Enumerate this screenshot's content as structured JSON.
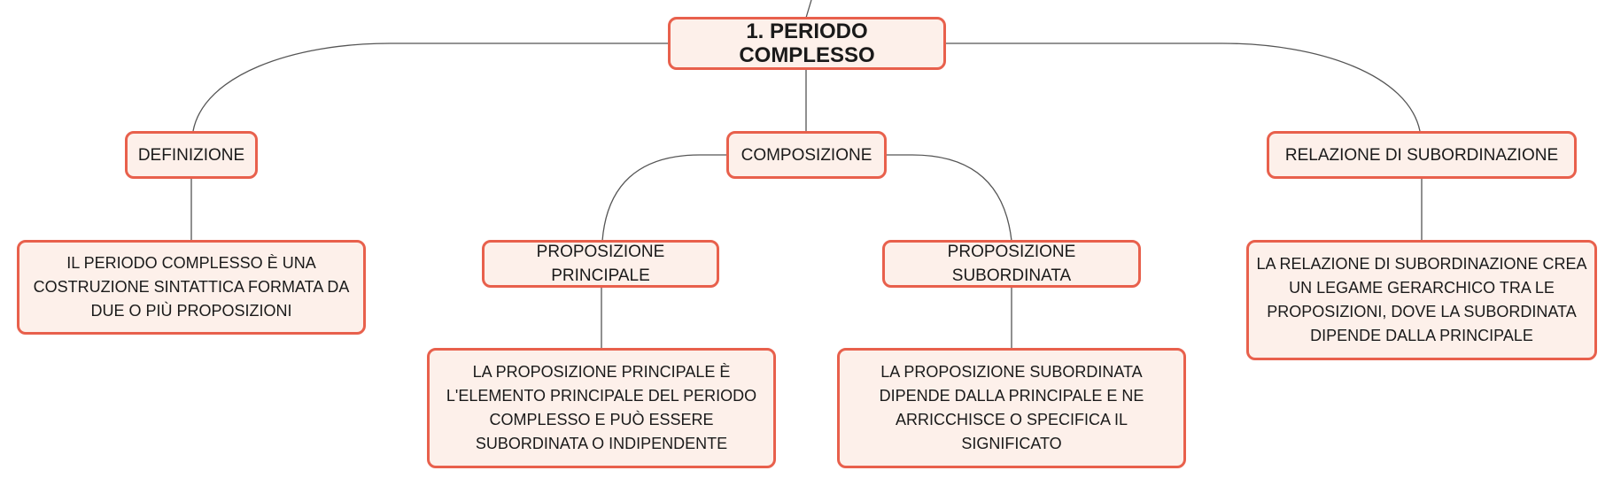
{
  "root": {
    "title": "1. PERIODO COMPLESSO"
  },
  "branches": {
    "definizione": {
      "label": "DEFINIZIONE",
      "text": "IL PERIODO COMPLESSO È UNA COSTRUZIONE SINTATTICA FORMATA DA DUE O PIÙ PROPOSIZIONI"
    },
    "composizione": {
      "label": "COMPOSIZIONE",
      "principale": {
        "label": "PROPOSIZIONE PRINCIPALE",
        "text": "LA PROPOSIZIONE PRINCIPALE È L'ELEMENTO PRINCIPALE DEL PERIODO COMPLESSO E PUÒ ESSERE SUBORDINATA O INDIPENDENTE"
      },
      "subordinata": {
        "label": "PROPOSIZIONE SUBORDINATA",
        "text": "LA PROPOSIZIONE SUBORDINATA DIPENDE DALLA PRINCIPALE E NE ARRICCHISCE O SPECIFICA IL SIGNIFICATO"
      }
    },
    "relazione": {
      "label": "RELAZIONE DI SUBORDINAZIONE",
      "text": "LA RELAZIONE DI SUBORDINAZIONE CREA UN LEGAME GERARCHICO TRA LE PROPOSIZIONI, DOVE LA SUBORDINATA DIPENDE DALLA PRINCIPALE"
    }
  },
  "colors": {
    "node_border": "#e8604c",
    "node_fill": "#fdf0ea",
    "connector": "#555555"
  }
}
